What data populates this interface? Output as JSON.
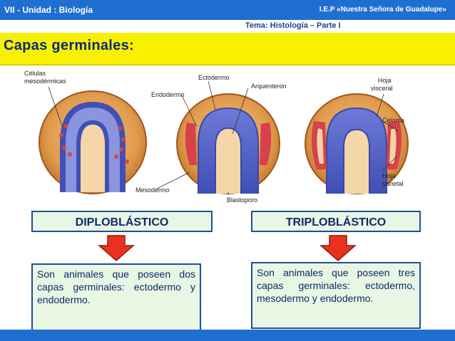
{
  "header": {
    "unit": "VII - Unidad : Biología",
    "school": "I.E.P «Nuestra Señora de Guadalupe»",
    "topic": "Tema:  Histología – Parte  I"
  },
  "slide": {
    "title": "Capas  germinales:"
  },
  "diagram": {
    "labels": {
      "mesodermic_cells_1": "Células",
      "mesodermic_cells_2": "mesodérmicas",
      "ectoderm": "Ectodermo",
      "endoderm": "Endodermo",
      "archenteron": "Arquenteron",
      "visceral_1": "Hoja",
      "visceral_2": "visceral",
      "coelom": "Celoma",
      "parietal_1": "Hoja",
      "parietal_2": "parietal",
      "mesoderm": "Mesodermo",
      "blastopore": "Blastoporo"
    }
  },
  "left_box": {
    "title": "DIPLOBLÁSTICO",
    "text": "Son animales que poseen dos capas germinales: ectodermo y endodermo."
  },
  "right_box": {
    "title": "TRIPLOBLÁSTICO",
    "text": "Son animales que poseen tres capas germinales: ectodermo, mesodermo y endodermo."
  },
  "colors": {
    "bar_blue": "#1f6fd1",
    "heading_yellow": "#f7f000",
    "arrow_red": "#e8321e",
    "box_fill": "#e9f6e4"
  }
}
